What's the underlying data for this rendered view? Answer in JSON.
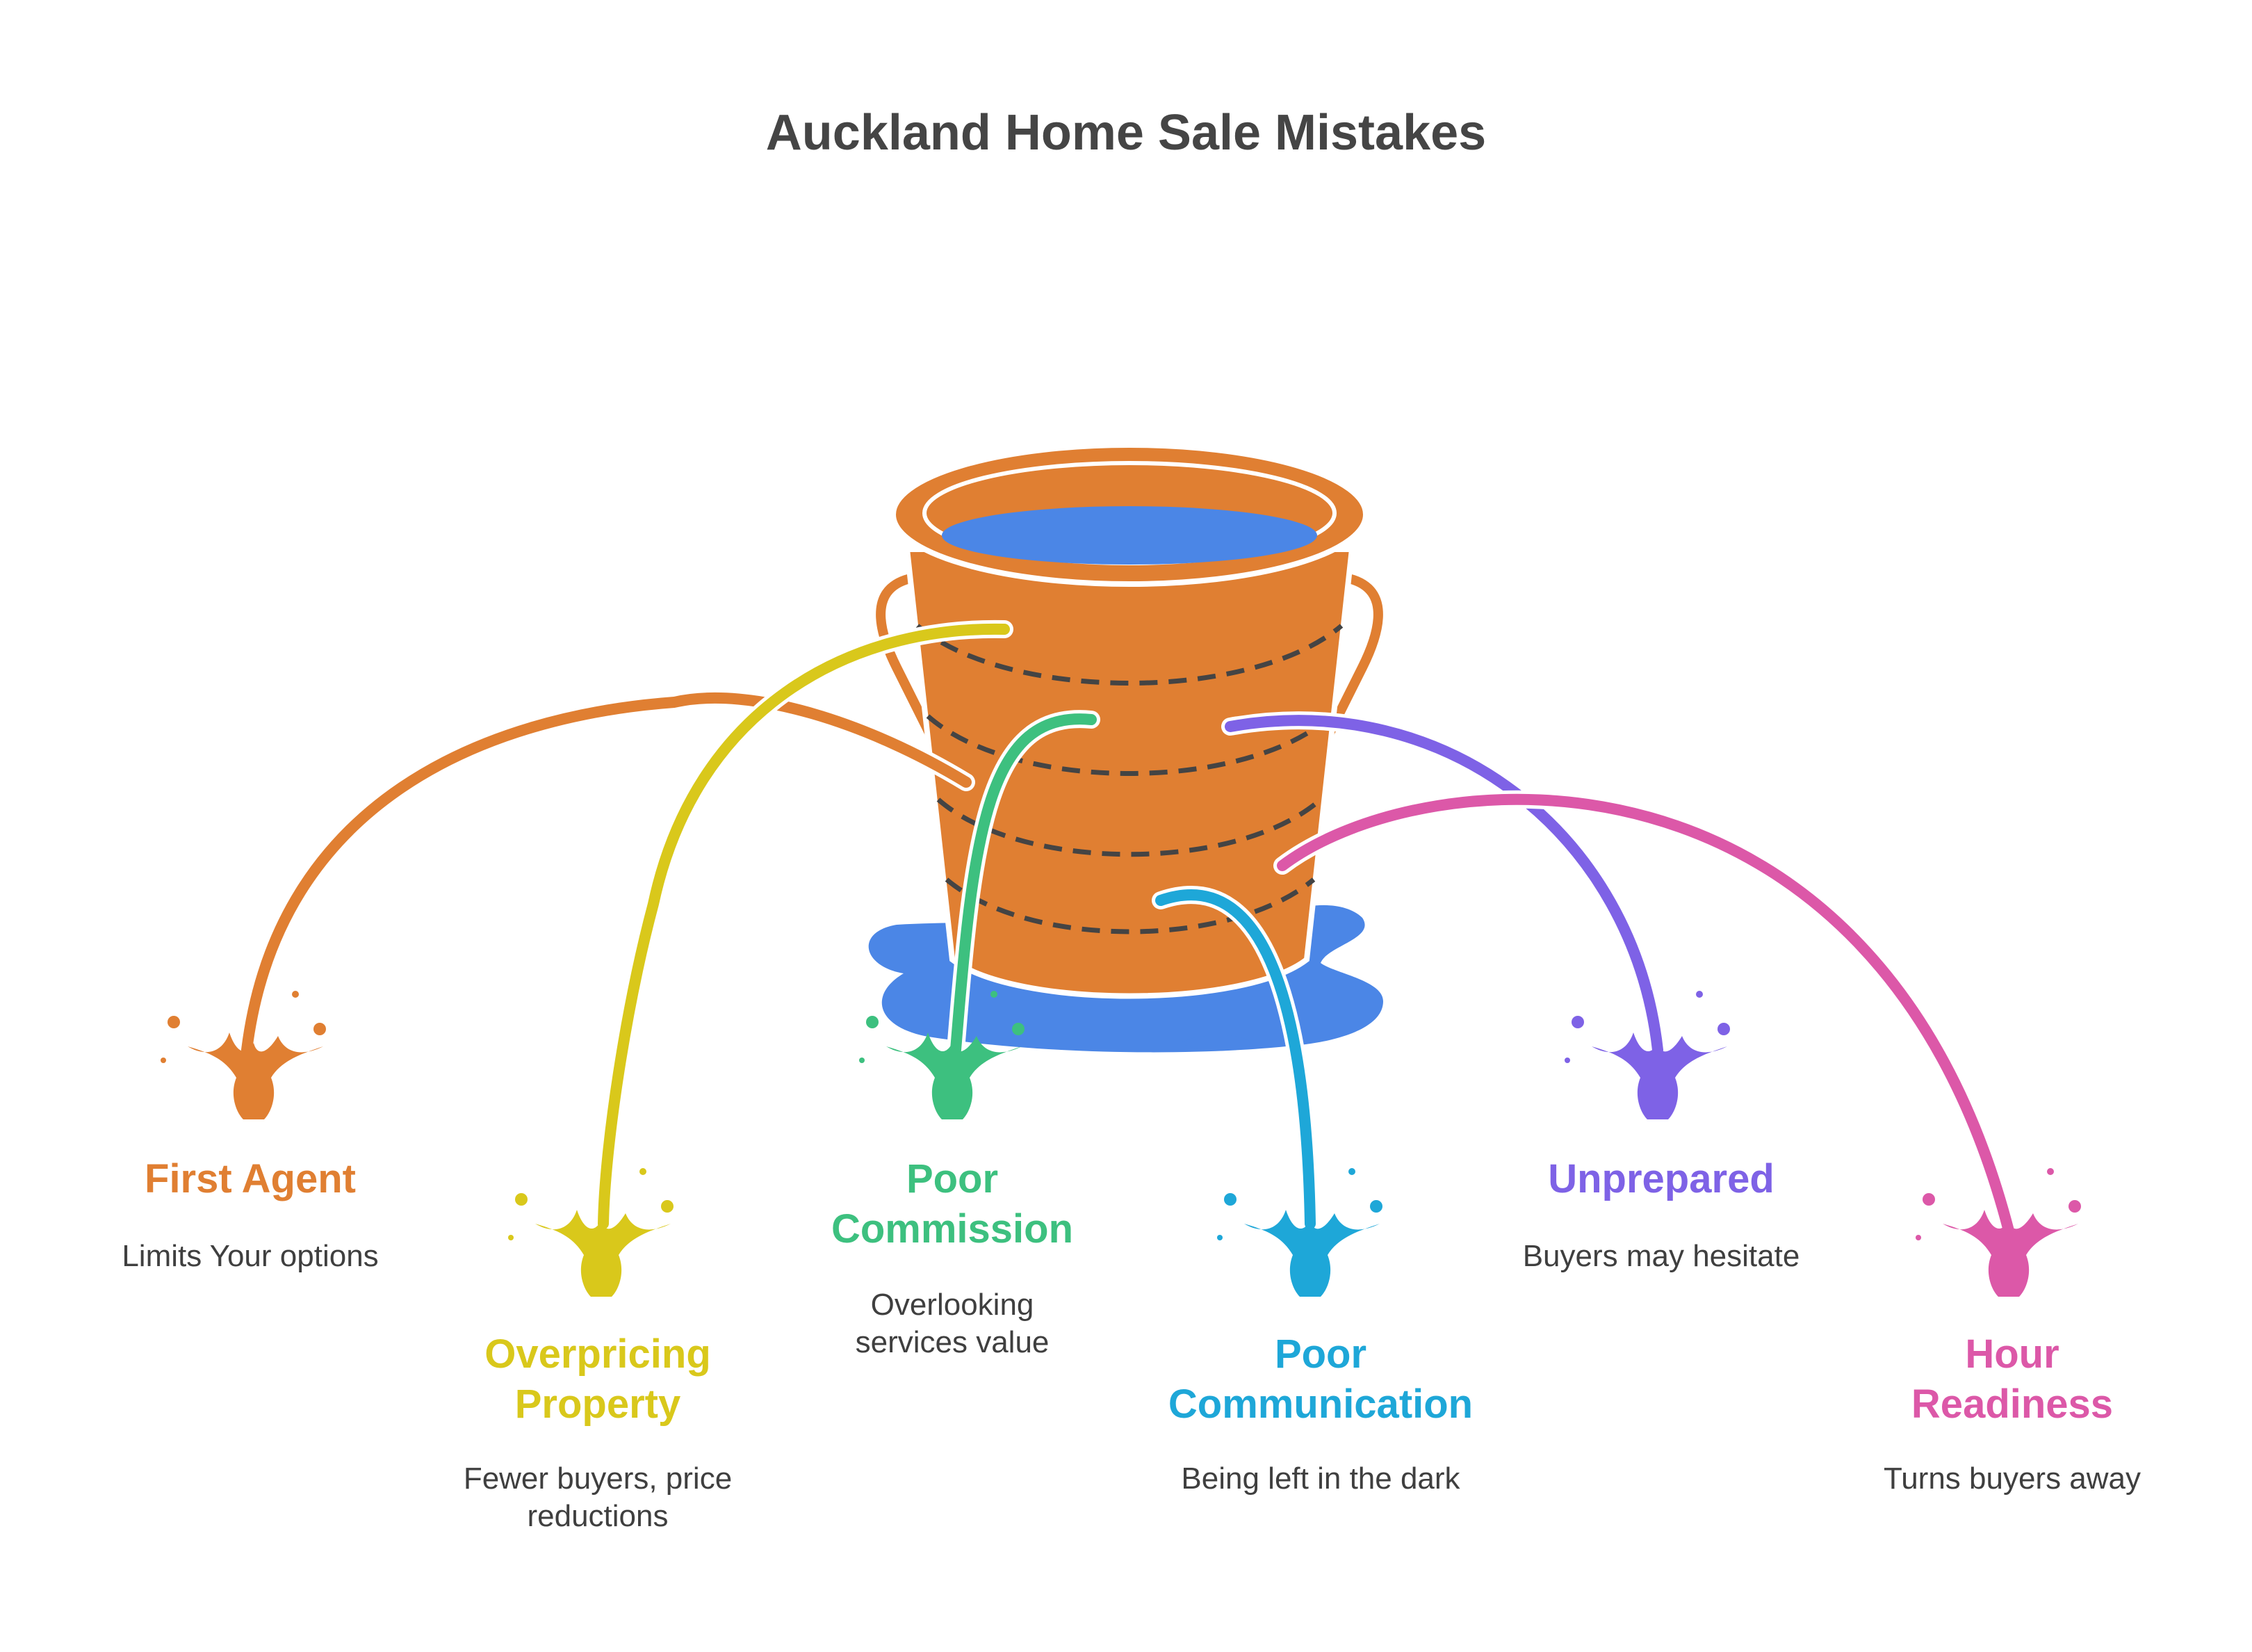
{
  "title": "Auckland Home Sale Mistakes",
  "colors": {
    "bucket": "#E07F32",
    "water": "#4B86E6",
    "stitch": "#444444",
    "title": "#454545",
    "text": "#3f3f3f"
  },
  "items": [
    {
      "label": "First Agent",
      "desc": "Limits Your options",
      "color": "#E07F32"
    },
    {
      "label": "Overpricing Property",
      "desc": "Fewer buyers, price reductions",
      "color": "#D9C81B"
    },
    {
      "label": "Poor Commission",
      "desc": "Overlooking services value",
      "color": "#3DC07F"
    },
    {
      "label": "Poor Communication",
      "desc": "Being left in the dark",
      "color": "#1EA7D8"
    },
    {
      "label": "Unprepared",
      "desc": "Buyers may hesitate",
      "color": "#7E62E6"
    },
    {
      "label": "Hour Readiness",
      "desc": "Turns buyers away",
      "color": "#DC58A8"
    }
  ]
}
